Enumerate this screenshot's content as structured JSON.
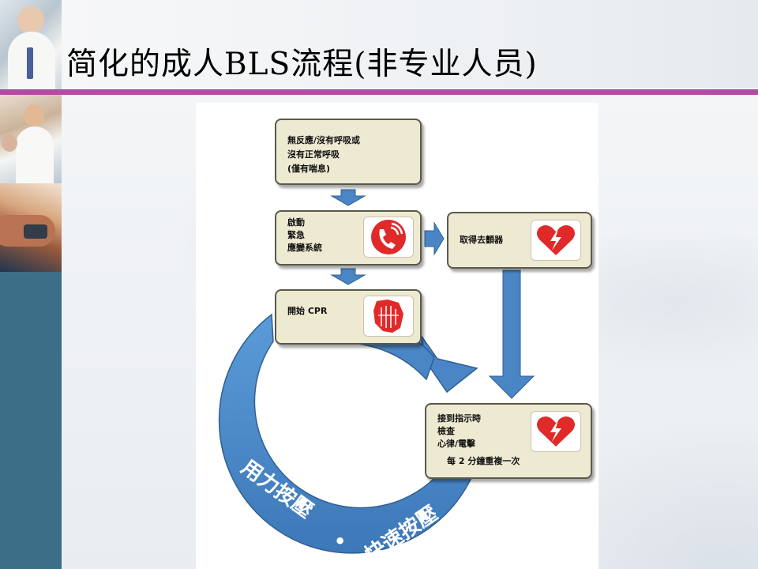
{
  "slide": {
    "title": "简化的成人BLS流程(非专业人员)"
  },
  "flowchart": {
    "step1": {
      "lines": [
        "無反應/沒有呼吸或",
        "沒有正常呼吸",
        "(僅有喘息)"
      ]
    },
    "step2": {
      "lines": [
        "啟動",
        "緊急",
        "應變系統"
      ],
      "icon": "phone-icon"
    },
    "step3": {
      "label": "取得去顫器",
      "icon": "heart-defibrillator-icon"
    },
    "step4": {
      "label": "開始 CPR",
      "icon": "hands-icon"
    },
    "step5": {
      "lines": [
        "接到指示時",
        "檢查",
        "心律/電擊"
      ],
      "note": "每 2 分鐘重複一次",
      "icon": "heart-defibrillator-icon"
    },
    "cycle": {
      "left_text": "用力按壓",
      "separator": "•",
      "right_text": "快速按壓"
    }
  },
  "colors": {
    "accent_rule": "#b34aa4",
    "box_fill": "#eeead2",
    "arrow_blue": "#4a86c5",
    "icon_red": "#e02a2a"
  }
}
